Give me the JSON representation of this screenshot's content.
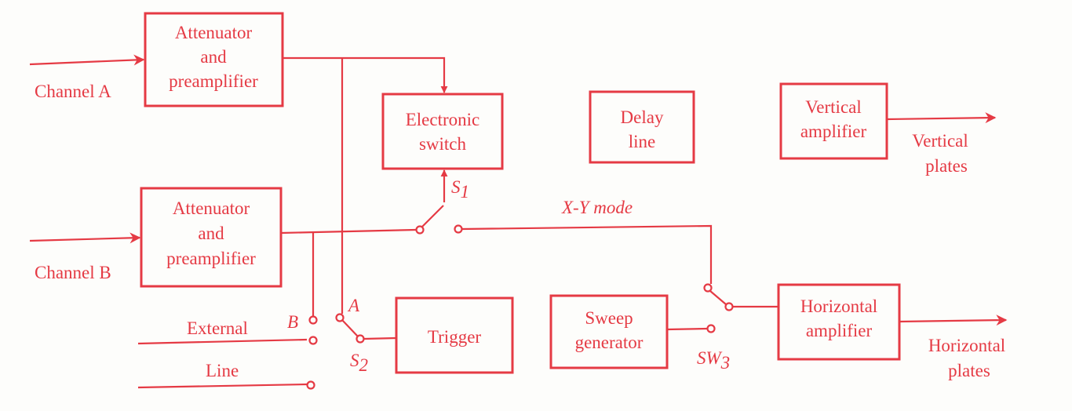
{
  "colors": {
    "ink": "#e53a44",
    "paper": "#fdfdfb"
  },
  "blocks": {
    "att_a": [
      "Attenuator",
      "and",
      "preamplifier"
    ],
    "att_b": [
      "Attenuator",
      "and",
      "preamplifier"
    ],
    "electronic_switch": [
      "Electronic",
      "switch"
    ],
    "delay_line": [
      "Delay",
      "line"
    ],
    "vertical_amplifier": [
      "Vertical",
      "amplifier"
    ],
    "trigger": "Trigger",
    "sweep_generator": [
      "Sweep",
      "generator"
    ],
    "horizontal_amplifier": [
      "Horizontal",
      "amplifier"
    ]
  },
  "inputs": {
    "channel_a": {
      "text": "Channel",
      "var": "A"
    },
    "channel_b": {
      "text": "Channel",
      "var": "B"
    },
    "external": "External",
    "line": "Line"
  },
  "outputs": {
    "vertical": [
      "Vertical",
      "plates"
    ],
    "horizontal": [
      "Horizontal",
      "plates"
    ]
  },
  "switch_labels": {
    "s1": {
      "var": "S",
      "sub": "1"
    },
    "s2": {
      "var": "S",
      "sub": "2"
    },
    "sw3": {
      "var": "SW",
      "sub": "3"
    },
    "pos_a": "A",
    "pos_b": "B",
    "xy_mode": "X-Y mode"
  }
}
